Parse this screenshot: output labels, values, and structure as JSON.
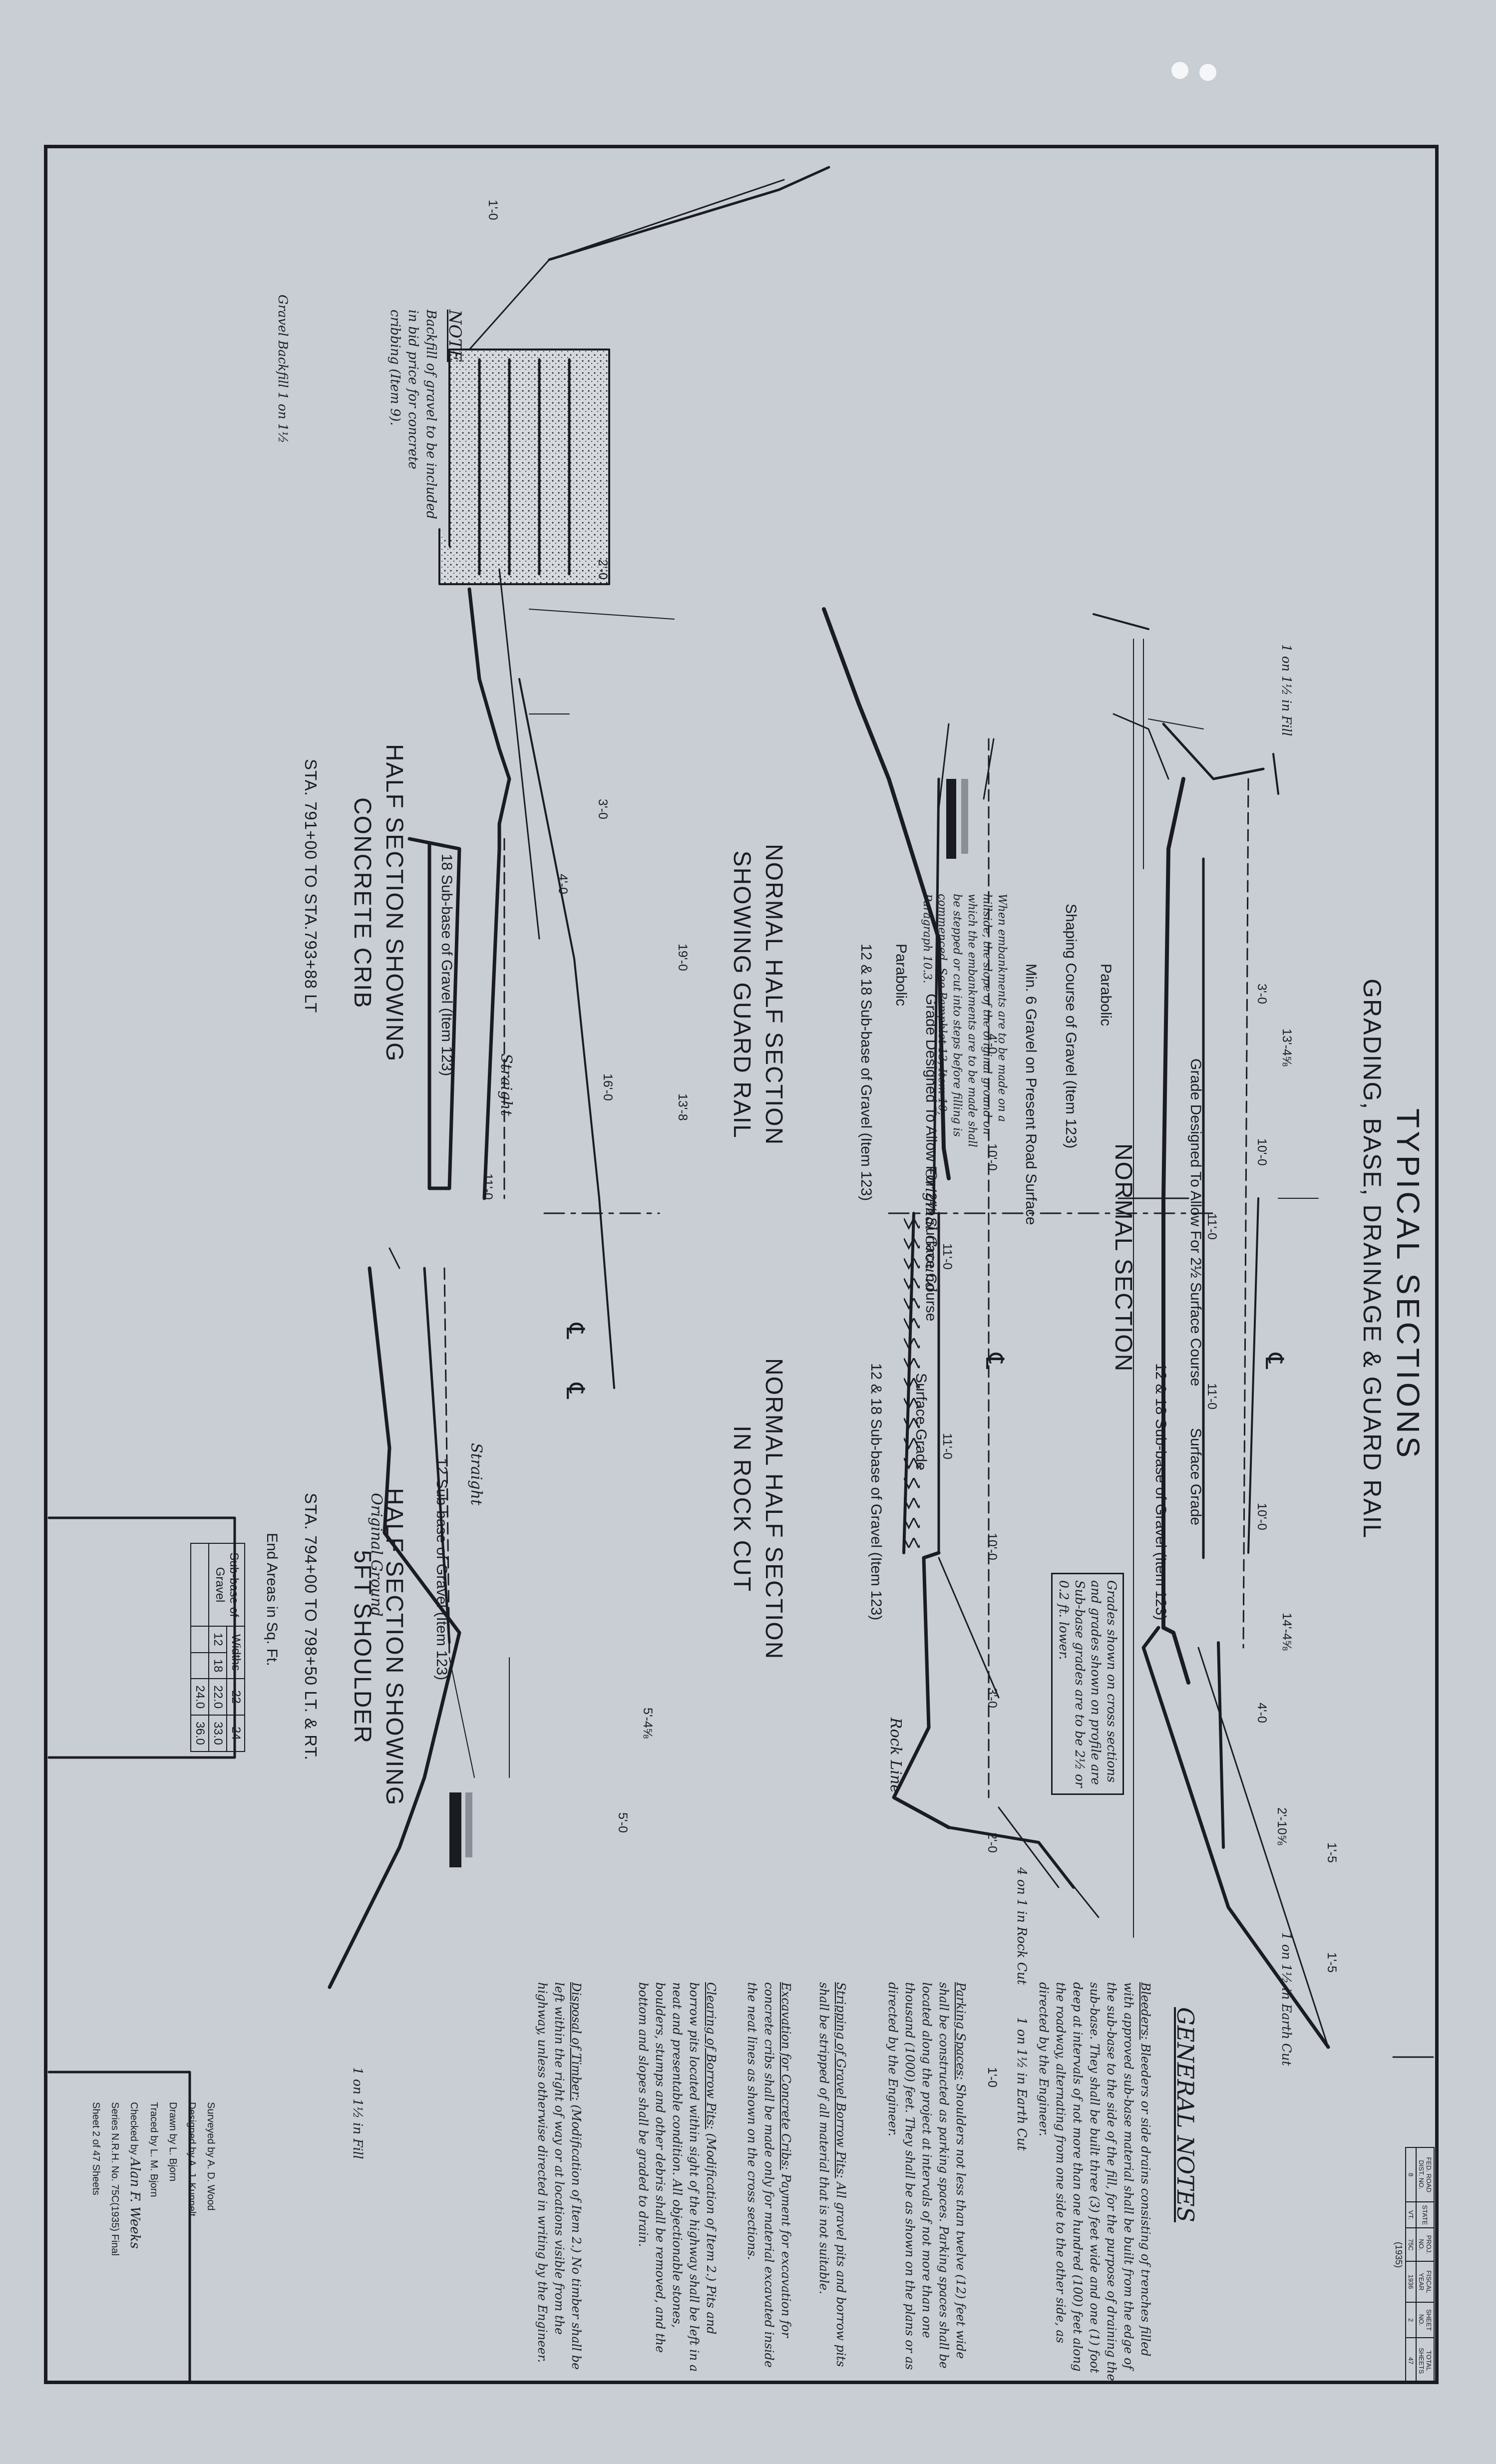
{
  "drawing": {
    "title_line1": "TYPICAL SECTIONS",
    "title_line2": "GRADING, BASE, DRAINAGE & GUARD RAIL"
  },
  "sections": {
    "normal": {
      "title": "NORMAL SECTION"
    },
    "guard_rail": {
      "title_line1": "NORMAL HALF SECTION",
      "title_line2": "SHOWING GUARD RAIL"
    },
    "rock_cut": {
      "title_line1": "NORMAL HALF SECTION",
      "title_line2": "IN ROCK CUT"
    },
    "crib": {
      "title_line1": "HALF SECTION SHOWING",
      "title_line2": "CONCRETE CRIB",
      "stations": "STA. 791+00   TO   STA.793+88 LT"
    },
    "shoulder": {
      "title_line1": "HALF SECTION SHOWING",
      "title_line2": "5FT SHOULDER",
      "stations": "STA. 794+00 TO 798+50 LT. & RT."
    }
  },
  "labels": {
    "centerline": "℄",
    "grade_designed_surface": "Grade Designed To Allow For 2½ Surface Course",
    "surface_grade": "Surface Grade",
    "sub_base_12_18": "12 & 18 Sub-base of Gravel (Item 123)",
    "sub_base_18": "18 Sub-base of Gravel (Item 123)",
    "sub_base_12": "12 Sub-base of Gravel (Item 123)",
    "parabolic": "Parabolic",
    "shaping": "Shaping Course of Gravel (Item 123)",
    "min_gravel": "Min. 6 Gravel on Present Road Surface",
    "straight": "Straight",
    "original_ground": "Original Ground",
    "slope_fill": "1 on 1½ in Fill",
    "slope_earth_cut": "1 on 1½ in Earth Cut",
    "slope_rock_cut": "4 on 1 in Rock Cut",
    "rock_line": "Rock Line",
    "gravel_backfill": "Gravel Backfill 1 on 1½",
    "embankment_note": "When embankments are to be made on a hillside, the slope of the original ground on which the embankments are to be made shall be stepped or cut into steps before filling is commenced. See Pamphlet 13, Item 10, Paragraph 10.3.",
    "grades_note_line1": "Grades shown on cross sections",
    "grades_note_line2": "and grades shown on profile are",
    "grades_note_line3": "Sub-base grades are to be 2½ or",
    "grades_note_line4": "0.2 ft. lower."
  },
  "dimensions": {
    "d1": "13'-4⅝",
    "d2": "10'-0",
    "d3": "11'-0",
    "d4": "14'-4⅝",
    "d5": "3'-0",
    "d6": "4'-0",
    "d7": "2'-10⅝",
    "d8": "1'-5",
    "d9": "16'-0",
    "d10": "19'-0",
    "d11": "13'-8",
    "d12": "5'-0",
    "d13": "5'-4⅝",
    "d14": "2'-0",
    "d15": "1'-0"
  },
  "crib_note": {
    "head": "NOTE",
    "body": "Backfill of gravel to be included in bid price for concrete cribbing (Item 9)."
  },
  "end_areas": {
    "caption": "End Areas in Sq. Ft.",
    "header": "Widths",
    "row_label": "Sub-base of Gravel",
    "cols": [
      "22",
      "24"
    ],
    "rows": [
      [
        "12",
        "22.0",
        "24.0"
      ],
      [
        "18",
        "33.0",
        "36.0"
      ]
    ]
  },
  "general_notes": {
    "title": "GENERAL NOTES",
    "paragraphs": [
      {
        "head": "Bleeders:",
        "body": "Bleeders or side drains consisting of trenches filled with approved sub-base material shall be built from the edge of the sub-base to the side of the fill, for the purpose of draining the sub-base. They shall be built three (3) feet wide and one (1) foot deep at intervals of not more than one hundred (100) feet along the roadway, alternating from one side to the other side, as directed by the Engineer."
      },
      {
        "head": "Parking Spaces:",
        "body": "Shoulders not less than twelve (12) feet wide shall be constructed as parking spaces. Parking spaces shall be located along the project at intervals of not more than one thousand (1000) feet. They shall be as shown on the plans or as directed by the Engineer."
      },
      {
        "head": "Stripping of Gravel Borrow Pits:",
        "body": "All gravel pits and borrow pits shall be stripped of all material that is not suitable."
      },
      {
        "head": "Excavation for Concrete Cribs:",
        "body": "Payment for excavation for concrete cribs shall be made only for material excavated inside the neat lines as shown on the cross sections."
      },
      {
        "head": "Clearing of Borrow Pits:",
        "body": "(Modification of Item 2.) Pits and borrow pits located within sight of the highway shall be left in a neat and presentable condition. All objectionable stones, boulders, stumps and other debris shall be removed, and the bottom and slopes shall be graded to drain."
      },
      {
        "head": "Disposal of Timber:",
        "body": "(Modification of Item 2.) No timber shall be left within the right of way or at locations visible from the highway, unless otherwise directed in writing by the Engineer."
      }
    ]
  },
  "title_block": {
    "surveyed": "Surveyed by   A. D. Wood",
    "designed": "Designed by   A. J. Kunnelt",
    "drawn": "Drawn by   L. Bjorn",
    "traced": "Traced by   L. M. Bjorn",
    "checked": "Checked by",
    "checked_signature": "Alan F. Weeks",
    "series": "Series N.R.H. No. 75C(1935) Final",
    "sheet": "Sheet  2  of  47  Sheets"
  },
  "sheet_info": {
    "headers": [
      "FED. ROAD DIST. NO.",
      "STATE",
      "PROJ. NO.",
      "FISCAL YEAR",
      "SHEET NO.",
      "TOTAL SHEETS"
    ],
    "values": [
      "8",
      "VT.",
      "75C",
      "1936",
      "2",
      "47"
    ],
    "sub": "(1935)"
  },
  "colors": {
    "paper": "#c9cdd4",
    "ink": "#1a1c22",
    "margin": "#f5f6f8"
  }
}
